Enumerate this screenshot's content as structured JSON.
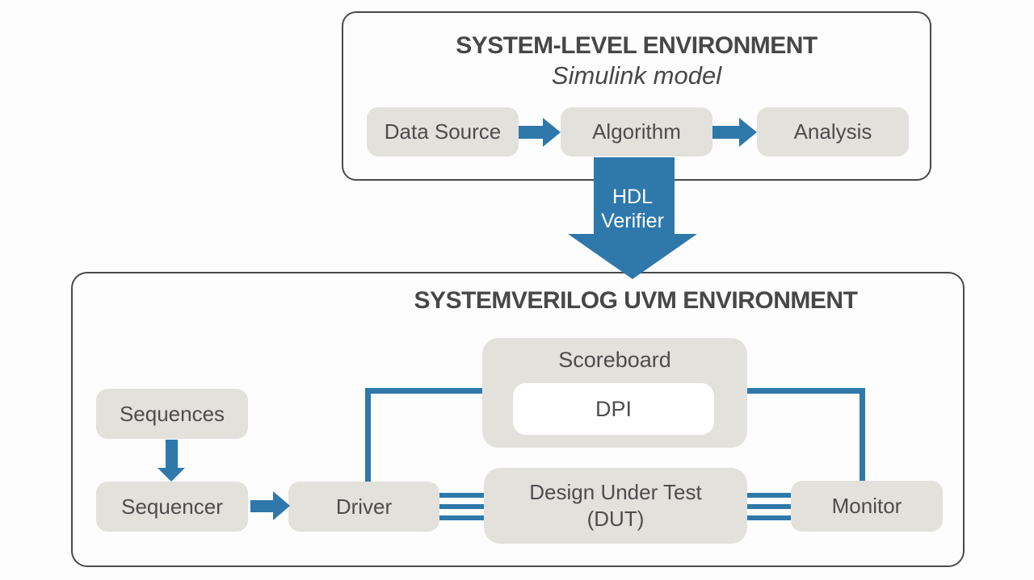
{
  "system_env": {
    "title": "SYSTEM-LEVEL ENVIRONMENT",
    "subtitle": "Simulink model",
    "blocks": [
      {
        "label": "Data Source"
      },
      {
        "label": "Algorithm"
      },
      {
        "label": "Analysis"
      }
    ]
  },
  "hdl_arrow": {
    "label_line1": "HDL",
    "label_line2": "Verifier"
  },
  "uvm_env": {
    "title": "SYSTEMVERILOG UVM ENVIRONMENT",
    "scoreboard_label": "Scoreboard",
    "dpi_label": "DPI",
    "sequences_label": "Sequences",
    "sequencer_label": "Sequencer",
    "driver_label": "Driver",
    "dut_label_line1": "Design Under Test",
    "dut_label_line2": "(DUT)",
    "monitor_label": "Monitor"
  },
  "colors": {
    "accent_blue": "#2e78ac",
    "block_gray": "#e3e1dc",
    "panel_border": "#4a4a4a",
    "label_text": "#4d4d4d",
    "background": "#fdfdfd"
  }
}
